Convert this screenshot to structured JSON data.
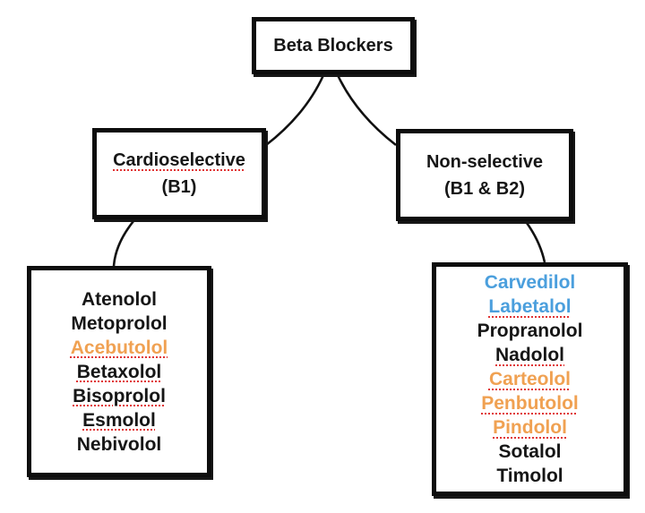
{
  "diagram": {
    "root": {
      "label": "Beta Blockers"
    },
    "branches": [
      {
        "id": "cardioselective",
        "title": "Cardioselective",
        "subtitle": "(B1)",
        "title_underlined": true,
        "drugs": [
          {
            "name": "Atenolol",
            "color": "black",
            "underline": false
          },
          {
            "name": "Metoprolol",
            "color": "black",
            "underline": false
          },
          {
            "name": "Acebutolol",
            "color": "orange",
            "underline": true
          },
          {
            "name": "Betaxolol",
            "color": "black",
            "underline": true
          },
          {
            "name": "Bisoprolol",
            "color": "black",
            "underline": true
          },
          {
            "name": "Esmolol",
            "color": "black",
            "underline": true
          },
          {
            "name": "Nebivolol",
            "color": "black",
            "underline": false
          }
        ]
      },
      {
        "id": "nonselective",
        "title": "Non-selective",
        "subtitle": "(B1 & B2)",
        "title_underlined": false,
        "drugs": [
          {
            "name": "Carvedilol",
            "color": "blue",
            "underline": false
          },
          {
            "name": "Labetalol",
            "color": "blue",
            "underline": true
          },
          {
            "name": "Propranolol",
            "color": "black",
            "underline": false
          },
          {
            "name": "Nadolol",
            "color": "black",
            "underline": true
          },
          {
            "name": "Carteolol",
            "color": "orange",
            "underline": true
          },
          {
            "name": "Penbutolol",
            "color": "orange",
            "underline": true
          },
          {
            "name": "Pindolol",
            "color": "orange",
            "underline": true
          },
          {
            "name": "Sotalol",
            "color": "black",
            "underline": false
          },
          {
            "name": "Timolol",
            "color": "black",
            "underline": false
          }
        ]
      }
    ],
    "colors": {
      "black": "#161616",
      "orange": "#f0a152",
      "blue": "#4b9fdd",
      "line": "#111111"
    }
  }
}
